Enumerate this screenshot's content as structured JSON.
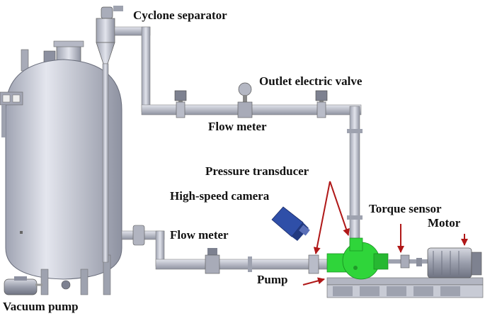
{
  "labels": {
    "cyclone": "Cyclone separator",
    "outlet_valve": "Outlet electric valve",
    "flow_meter_top": "Flow meter",
    "pressure_transducer": "Pressure transducer",
    "camera": "High-speed camera",
    "torque_sensor": "Torque sensor",
    "motor": "Motor",
    "flow_meter_bottom": "Flow meter",
    "pump": "Pump",
    "vacuum_pump": "Vacuum pump"
  },
  "colors": {
    "pipe": "#b8bcc8",
    "tank": "#c4c7d3",
    "pump": "#2fd53a",
    "camera": "#2f4fa8",
    "arrow": "#b01818",
    "base": "#a9adb8"
  }
}
